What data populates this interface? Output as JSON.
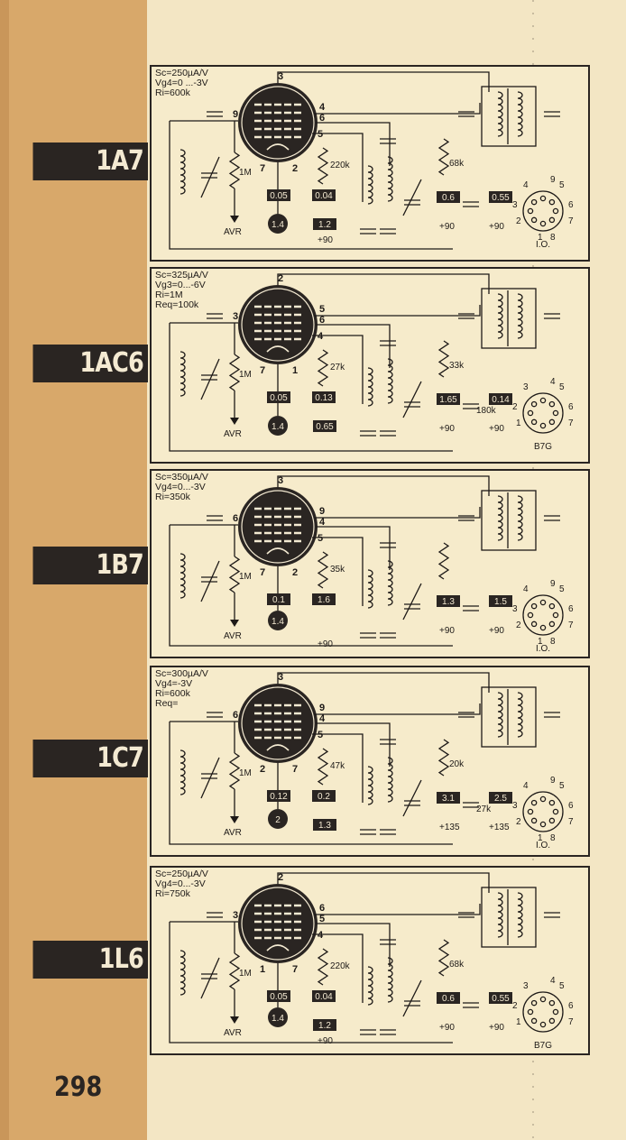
{
  "page": {
    "number": "298"
  },
  "tubes": [
    {
      "label": "1A7",
      "specs": [
        "Sc=250µA/V",
        "Vg4=0 ...-3V",
        "Ri=600k"
      ],
      "pins": [
        "3",
        "4",
        "6",
        "9",
        "5",
        "7",
        "2"
      ],
      "values": {
        "r1": "1M",
        "r2": "220k",
        "r3": "68k"
      },
      "boxes": [
        "0.05",
        "0.04",
        "0.6",
        "0.55",
        "1.2"
      ],
      "filament": "1.4",
      "supply": [
        "+90",
        "+90",
        "+90"
      ],
      "avr": "AVR",
      "base": "I.O.",
      "base_pins": [
        "9",
        "4",
        "5",
        "3",
        "6",
        "2",
        "7",
        "1",
        "8"
      ]
    },
    {
      "label": "1AC6",
      "specs": [
        "Sc=325µA/V",
        "Vg3=0...-6V",
        "Ri=1M",
        "Req=100k"
      ],
      "pins": [
        "2",
        "5",
        "6",
        "3",
        "4",
        "7",
        "1"
      ],
      "values": {
        "r1": "1M",
        "r2": "27k",
        "r3": "33k",
        "r4": "180k"
      },
      "boxes": [
        "0.05",
        "0.13",
        "1.65",
        "0.14",
        "0.65"
      ],
      "filament": "1.4",
      "supply": [
        "+90",
        "+90"
      ],
      "avr": "AVR",
      "base": "B7G",
      "base_pins": [
        "4",
        "3",
        "5",
        "2",
        "6",
        "1",
        "7"
      ]
    },
    {
      "label": "1B7",
      "specs": [
        "Sc=350µA/V",
        "Vg4=0...-3V",
        "Ri=350k"
      ],
      "pins": [
        "3",
        "9",
        "4",
        "6",
        "5",
        "7",
        "2"
      ],
      "values": {
        "r1": "1M",
        "r2": "35k"
      },
      "boxes": [
        "0.1",
        "1.6",
        "1.3",
        "1.5"
      ],
      "filament": "1.4",
      "supply": [
        "+90",
        "+90",
        "+90"
      ],
      "avr": "AVR",
      "base": "I.O.",
      "base_pins": [
        "9",
        "4",
        "5",
        "3",
        "6",
        "2",
        "7",
        "1",
        "8"
      ]
    },
    {
      "label": "1C7",
      "specs": [
        "Sc=300µA/V",
        "Vg4=-3V",
        "Ri=600k",
        "Req="
      ],
      "pins": [
        "3",
        "9",
        "4",
        "6",
        "5",
        "2",
        "7"
      ],
      "values": {
        "r1": "1M",
        "r2": "47k",
        "r3": "20k",
        "r4": "27k"
      },
      "boxes": [
        "0.12",
        "0.2",
        "3.1",
        "2.5",
        "1.3"
      ],
      "filament": "2",
      "supply": [
        "+135",
        "+135"
      ],
      "avr": "AVR",
      "base": "I.O.",
      "base_pins": [
        "9",
        "4",
        "5",
        "3",
        "6",
        "2",
        "7",
        "1",
        "8"
      ]
    },
    {
      "label": "1L6",
      "specs": [
        "Sc=250µA/V",
        "Vg4=0...-3V",
        "Ri=750k"
      ],
      "pins": [
        "2",
        "6",
        "5",
        "3",
        "4",
        "1",
        "7"
      ],
      "values": {
        "r1": "1M",
        "r2": "220k",
        "r3": "68k"
      },
      "boxes": [
        "0.05",
        "0.04",
        "0.6",
        "0.55",
        "1.2"
      ],
      "filament": "1.4",
      "supply": [
        "+90",
        "+90",
        "+90"
      ],
      "avr": "AVR",
      "base": "B7G",
      "base_pins": [
        "4",
        "3",
        "5",
        "2",
        "6",
        "1",
        "7"
      ]
    }
  ]
}
